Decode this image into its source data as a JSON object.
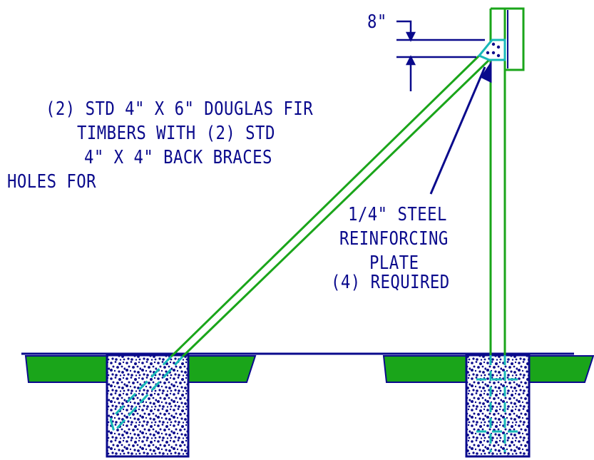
{
  "labels": {
    "dimension": "8\"",
    "timbers_line1": "(2) STD 4\" X 6\" DOUGLAS FIR",
    "timbers_line2": "TIMBERS WITH (2) STD",
    "timbers_line3": "4\" X 4\" BACK BRACES",
    "holes": "HOLES FOR",
    "plate_line1": "1/4\" STEEL",
    "plate_line2": "REINFORCING",
    "plate_line3": "PLATE",
    "plate_line4": "(4) REQUIRED"
  },
  "colors": {
    "line": "#0a0a8c",
    "timber": "#1aa51a",
    "ground": "#1aa51a",
    "plate": "#18b8b8",
    "concrete_dot": "#0a0a8c"
  }
}
